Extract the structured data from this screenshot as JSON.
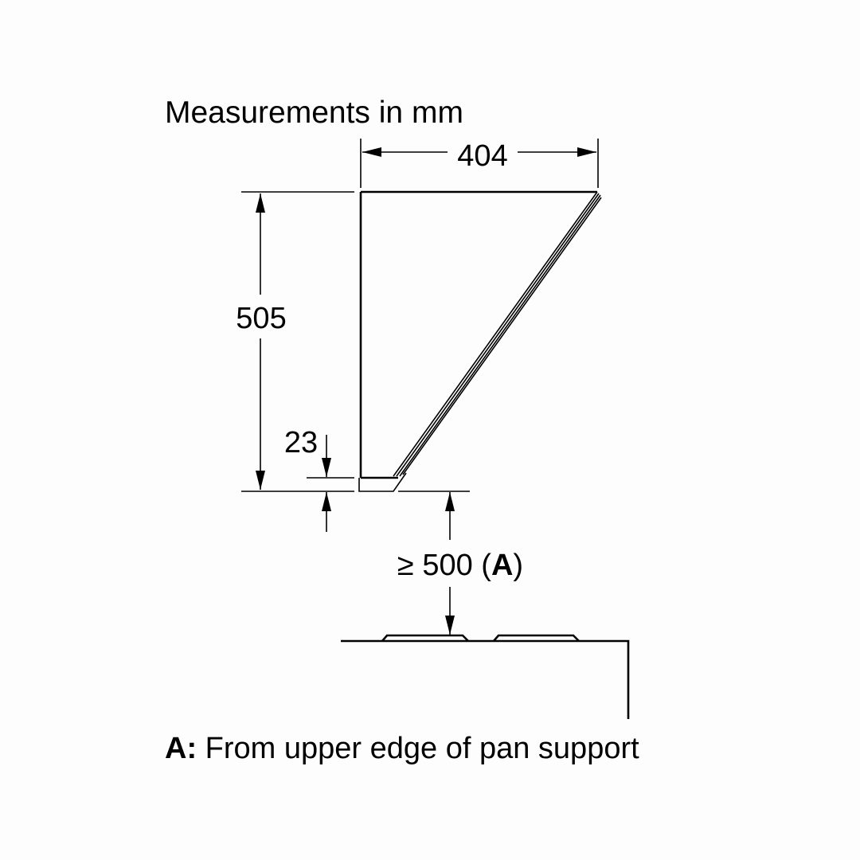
{
  "title": "Measurements in mm",
  "dimensions": {
    "width": "404",
    "height": "505",
    "bottom_edge": "23",
    "clearance": "≥ 500 (",
    "clearance_ref": "A",
    "clearance_close": ")"
  },
  "footnote": {
    "label": "A:",
    "text": " From upper edge of pan support"
  }
}
